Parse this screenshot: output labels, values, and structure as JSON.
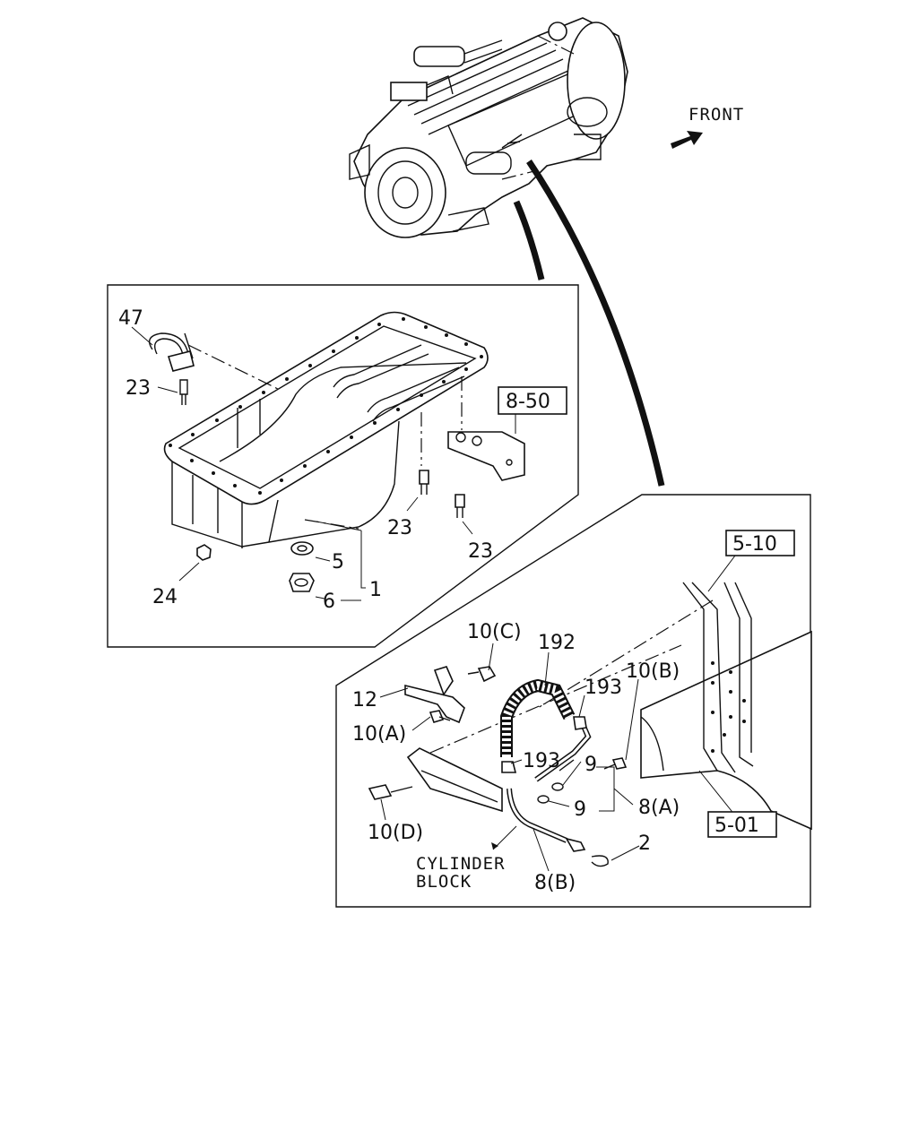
{
  "front": "FRONT",
  "detail_upper": {
    "callouts": [
      "47",
      "23",
      "8-50",
      "23",
      "23",
      "5",
      "1",
      "24",
      "6"
    ]
  },
  "detail_lower": {
    "callouts": [
      "5-10",
      "10(C)",
      "192",
      "193",
      "10(B)",
      "12",
      "10(A)",
      "193",
      "9",
      "9",
      "8(A)",
      "10(D)",
      "5-01",
      "2",
      "8(B)"
    ],
    "cylinder_block": [
      "CYLINDER",
      "BLOCK"
    ]
  }
}
